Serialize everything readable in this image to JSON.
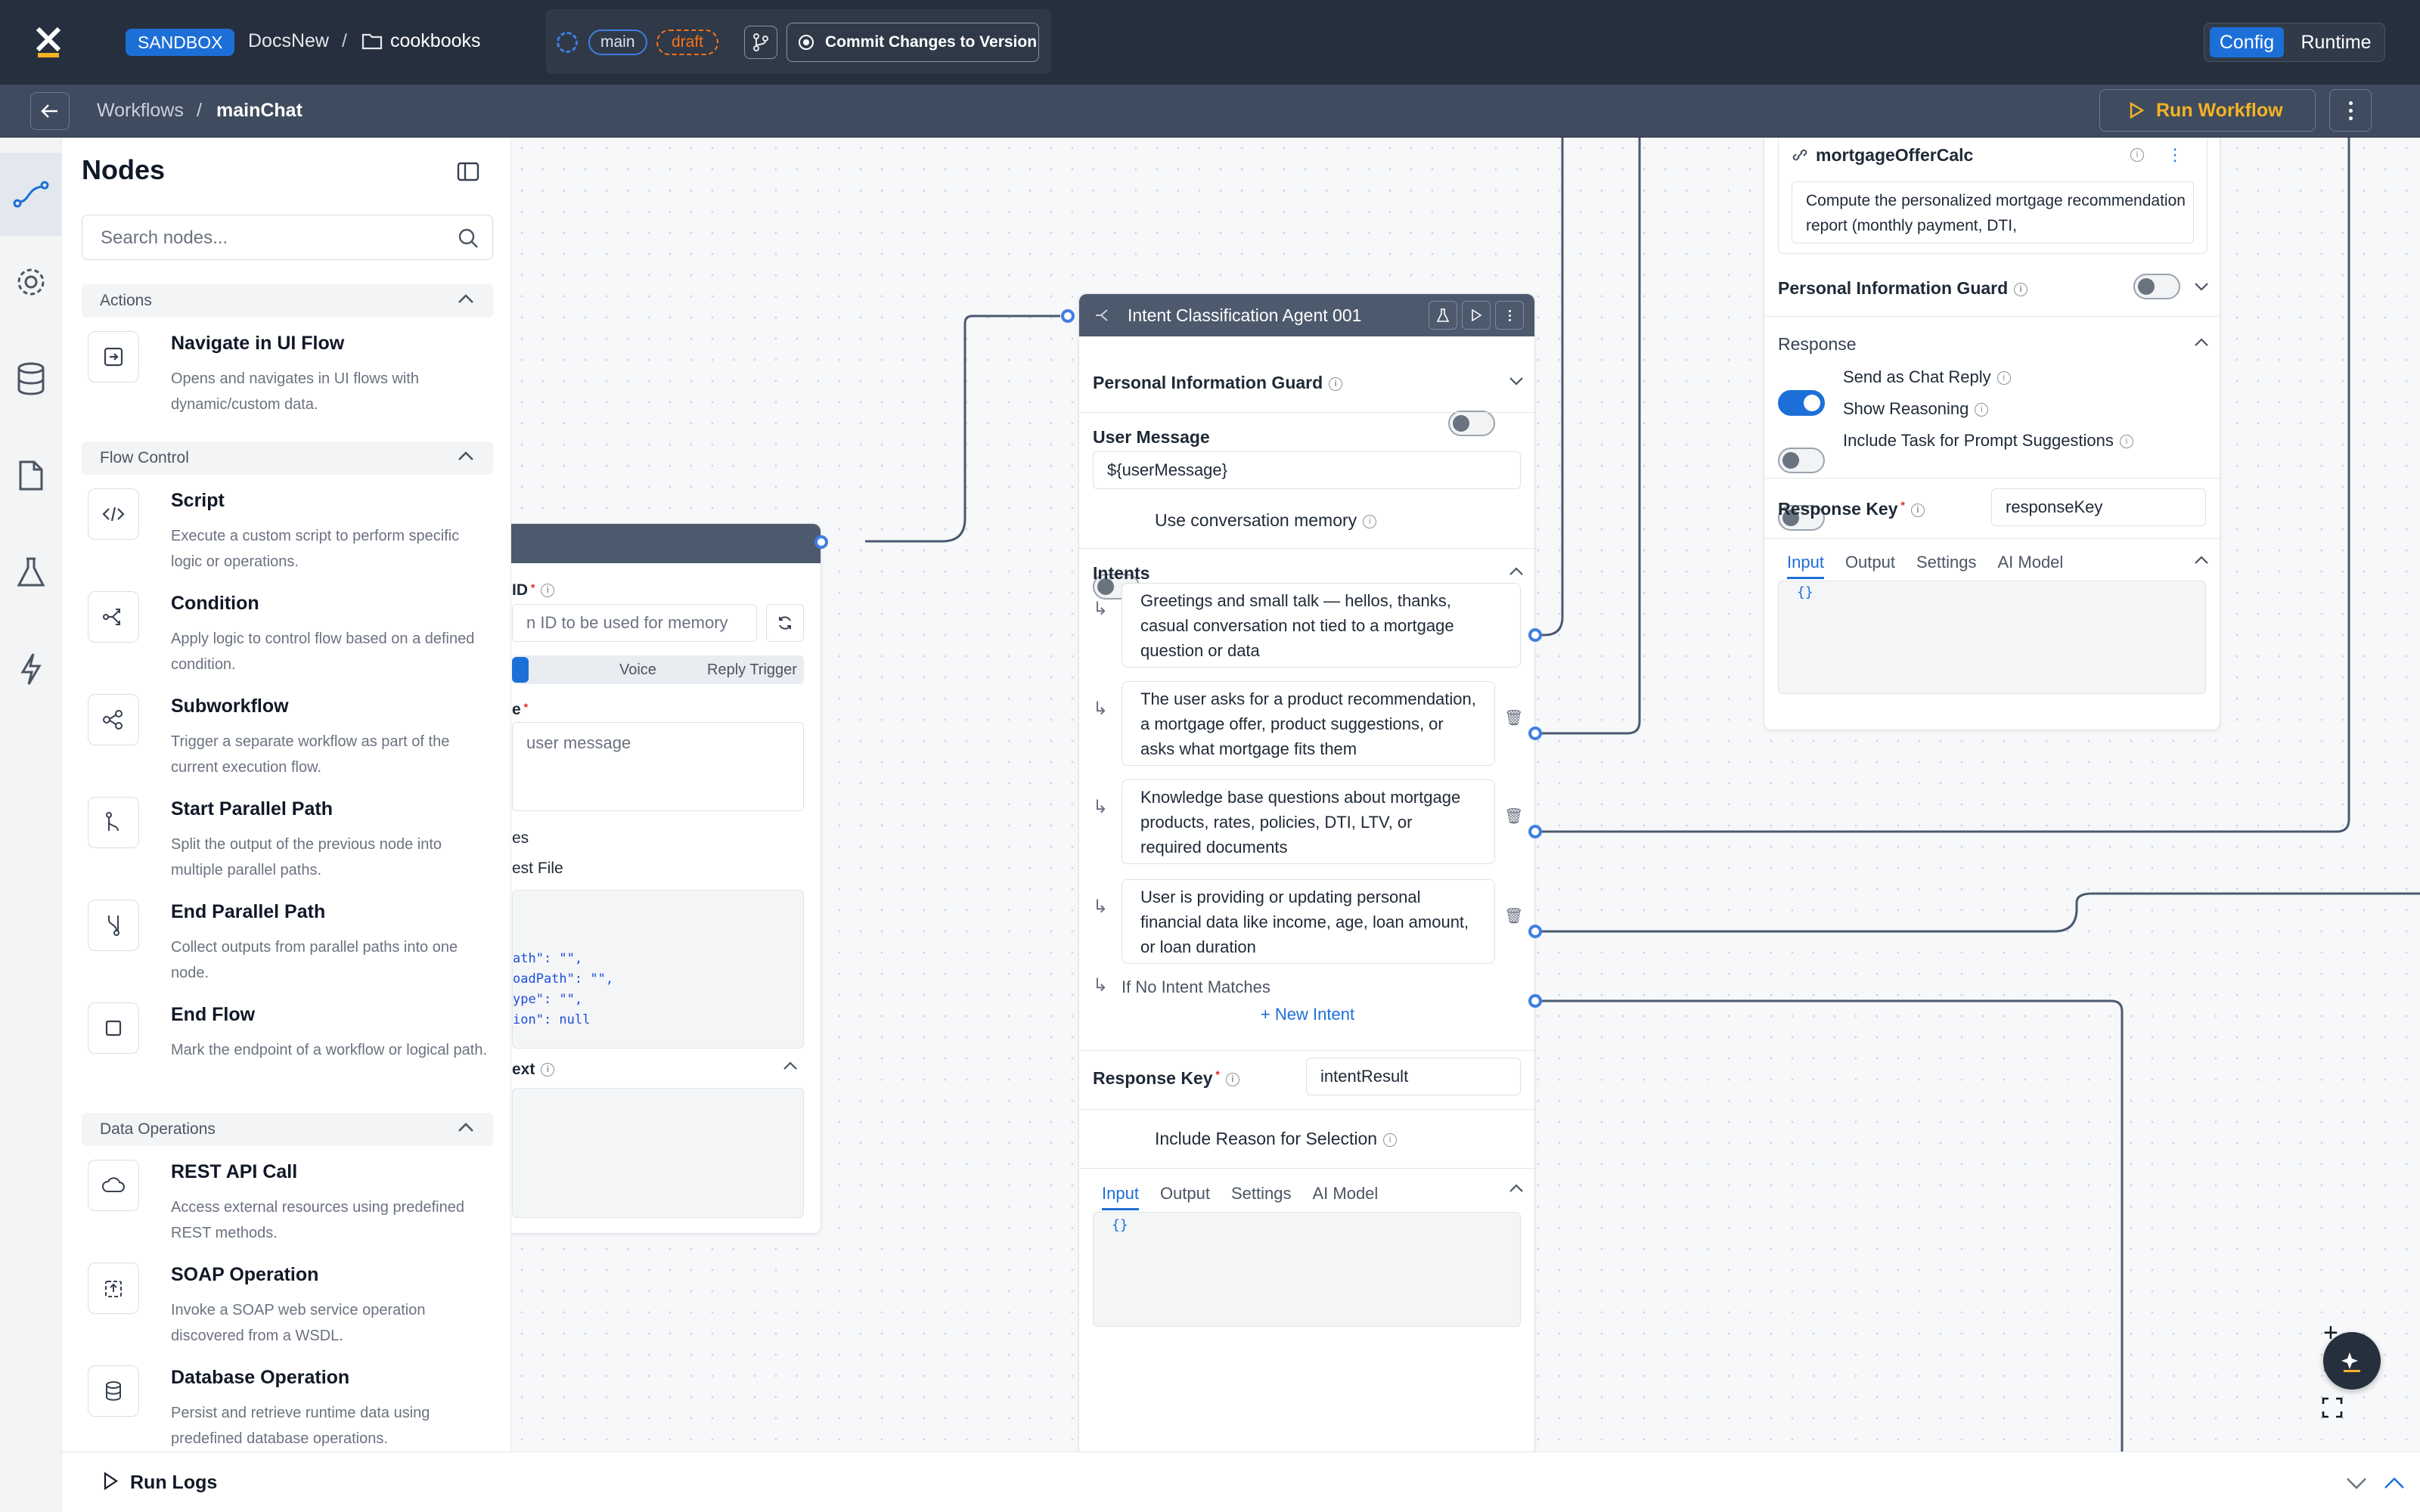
{
  "header": {
    "env_badge": "SANDBOX",
    "project": "DocsNew",
    "separator": "/",
    "folder": "cookbooks",
    "branch": "main",
    "status": "draft",
    "commit_label": "Commit Changes to Version",
    "modes": [
      "Config",
      "Runtime"
    ],
    "active_mode": "Config"
  },
  "subheader": {
    "crumb_root": "Workflows",
    "separator": "/",
    "crumb_current": "mainChat",
    "run_label": "Run Workflow"
  },
  "colors": {
    "accent": "#1d6fd8",
    "run": "#f5b324",
    "header_bg": "#262f3d",
    "draft": "#f97316"
  },
  "rail": [
    "workflow-icon",
    "settings-icon",
    "database-icon",
    "document-icon",
    "flask-icon",
    "bolt-icon"
  ],
  "nodes_panel": {
    "title": "Nodes",
    "search_placeholder": "Search nodes...",
    "sections": [
      {
        "title": "Actions",
        "items": [
          {
            "title": "Navigate in UI Flow",
            "desc": "Opens and navigates in UI flows with dynamic/custom data."
          }
        ]
      },
      {
        "title": "Flow Control",
        "items": [
          {
            "title": "Script",
            "desc": "Execute a custom script to perform specific logic or operations."
          },
          {
            "title": "Condition",
            "desc": "Apply logic to control flow based on a defined condition."
          },
          {
            "title": "Subworkflow",
            "desc": "Trigger a separate workflow as part of the current execution flow."
          },
          {
            "title": "Start Parallel Path",
            "desc": "Split the output of the previous node into multiple parallel paths."
          },
          {
            "title": "End Parallel Path",
            "desc": "Collect outputs from parallel paths into one node."
          },
          {
            "title": "End Flow",
            "desc": "Mark the endpoint of a workflow or logical path."
          }
        ]
      },
      {
        "title": "Data Operations",
        "items": [
          {
            "title": "REST API Call",
            "desc": "Access external resources using predefined REST methods."
          },
          {
            "title": "SOAP Operation",
            "desc": "Invoke a SOAP web service operation discovered from a WSDL."
          },
          {
            "title": "Database Operation",
            "desc": "Persist and retrieve runtime data using predefined database operations."
          }
        ]
      }
    ]
  },
  "left_node": {
    "id_label": "ID",
    "id_placeholder": "n ID to be used for memory",
    "tabs": [
      "",
      "Voice",
      "Reply Trigger"
    ],
    "msg_label": "e",
    "msg_placeholder": "user message",
    "files_label": "es",
    "test_file": "est File",
    "code_lines": [
      "ath\": \"\",",
      "oadPath\": \"\",",
      "ype\": \"\",",
      "ion\": null"
    ],
    "context_label": "ext"
  },
  "intent_node": {
    "title": "Intent Classification Agent 001",
    "pig_label": "Personal Information Guard",
    "user_message_label": "User Message",
    "user_message_value": "${userMessage}",
    "memory_label": "Use conversation memory",
    "intents_label": "Intents",
    "intents": [
      "Greetings and small talk — hellos, thanks, casual conversation not tied to a mortgage question or data",
      "The user asks for a product recommendation, a mortgage offer, product suggestions, or asks what mortgage fits them",
      "Knowledge base questions about mortgage products, rates, policies, DTI, LTV, or required documents",
      "User is providing or updating personal financial data like income, age, loan amount, or loan duration"
    ],
    "no_match_label": "If No Intent Matches",
    "new_intent_label": "New Intent",
    "response_key_label": "Response Key",
    "response_key_value": "intentResult",
    "include_reason_label": "Include Reason for Selection",
    "tabs": [
      "Input",
      "Output",
      "Settings",
      "AI Model"
    ],
    "code": "{}"
  },
  "right_node": {
    "name": "mortgageOfferCalc",
    "prompt": "Compute the personalized mortgage recommendation report (monthly payment, DTI,",
    "pig_label": "Personal Information Guard",
    "response_label": "Response",
    "send_chat_label": "Send as Chat Reply",
    "show_reasoning_label": "Show Reasoning",
    "include_task_label": "Include Task for Prompt Suggestions",
    "response_key_label": "Response Key",
    "response_key_value": "responseKey",
    "tabs": [
      "Input",
      "Output",
      "Settings",
      "AI Model"
    ],
    "code": "{}"
  },
  "footer": {
    "run_logs": "Run Logs"
  }
}
